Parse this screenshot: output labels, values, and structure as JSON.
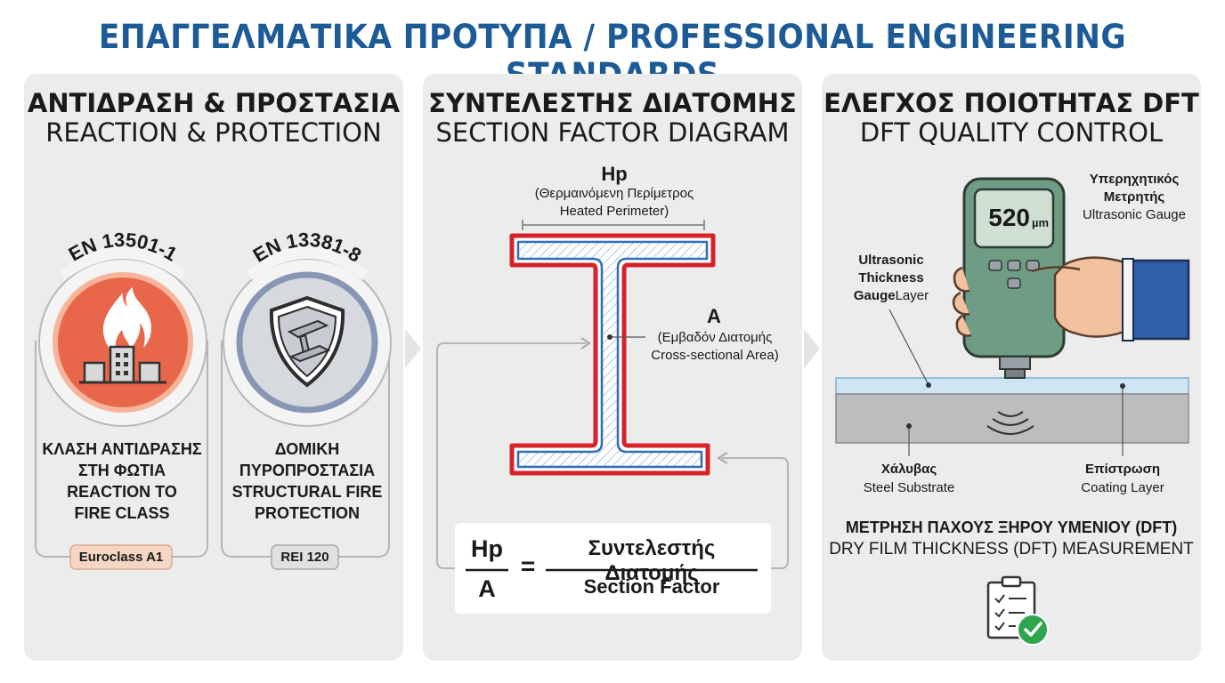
{
  "header": {
    "title": "ΕΠΑΓΓΕΛΜΑΤΙΚΑ ΠΡΟΤΥΠΑ / PROFESSIONAL ENGINEERING STANDARDS"
  },
  "panel1": {
    "title_el": "ΑΝΤΙΔΡΑΣΗ & ΠΡΟΣΤΑΣΙΑ",
    "title_en": "REACTION & PROTECTION",
    "card1": {
      "standard": "EN 13501-1",
      "label": [
        "ΚΛΑΣΗ ΑΝΤΙΔΡΑΣΗΣ",
        "ΣΤΗ ΦΩΤΙΑ",
        "REACTION TO",
        "FIRE CLASS"
      ],
      "badge": "Euroclass A1"
    },
    "card2": {
      "standard": "EN 13381-8",
      "label": [
        "ΔΟΜΙΚΗ",
        "ΠΥΡΟΠΡΟΣΤΑΣΙΑ",
        "STRUCTURAL FIRE",
        "PROTECTION"
      ],
      "badge": "REI 120"
    }
  },
  "panel2": {
    "title_el": "ΣΥΝΤΕΛΕΣΤΗΣ ΔΙΑΤΟΜΗΣ",
    "title_en": "SECTION FACTOR DIAGRAM",
    "hp_symbol": "Hp",
    "hp_el": "(Θερμαινόμενη Περίμετρος",
    "hp_en": "Heated Perimeter)",
    "a_symbol": "A",
    "a_el": "(Εμβαδόν Διατομής",
    "a_en": "Cross-sectional Area)",
    "formula": {
      "numerator": "Hp",
      "denominator": "A",
      "equals": "=",
      "result_el": "Συντελεστής Διατομής",
      "result_en": "Section Factor"
    }
  },
  "panel3": {
    "title_el": "ΕΛΕΓΧΟΣ ΠΟΙΟΤΗΤΑΣ DFT",
    "title_en": "DFT QUALITY CONTROL",
    "gauge_reading": "520",
    "gauge_unit": "µm",
    "gauge_label_el": [
      "Υπερηχητικός",
      "Μετρητής"
    ],
    "gauge_label_en": "Ultrasonic Gauge",
    "layer_label_bold": [
      "Ultrasonic",
      "Thickness",
      "Gauge"
    ],
    "layer_label_tail": "Layer",
    "steel_el": "Χάλυβας",
    "steel_en": "Steel Substrate",
    "coating_el": "Επίστρωση",
    "coating_en": "Coating Layer",
    "measure_el": "ΜΕΤΡΗΣΗ ΠΑΧΟΥΣ ΞΗΡΟΥ ΥΜΕΝΙΟΥ (DFT)",
    "measure_en": "DRY FILM THICKNESS (DFT) MEASUREMENT"
  },
  "colors": {
    "title_blue": "#1d5b97",
    "fire_orange": "#e8664a",
    "badge_orange": "#f5d6c4",
    "shield_blue": "#8796b5",
    "outline_red": "#d62229",
    "gauge_green": "#6f9c84",
    "check_green": "#2fa54e"
  }
}
